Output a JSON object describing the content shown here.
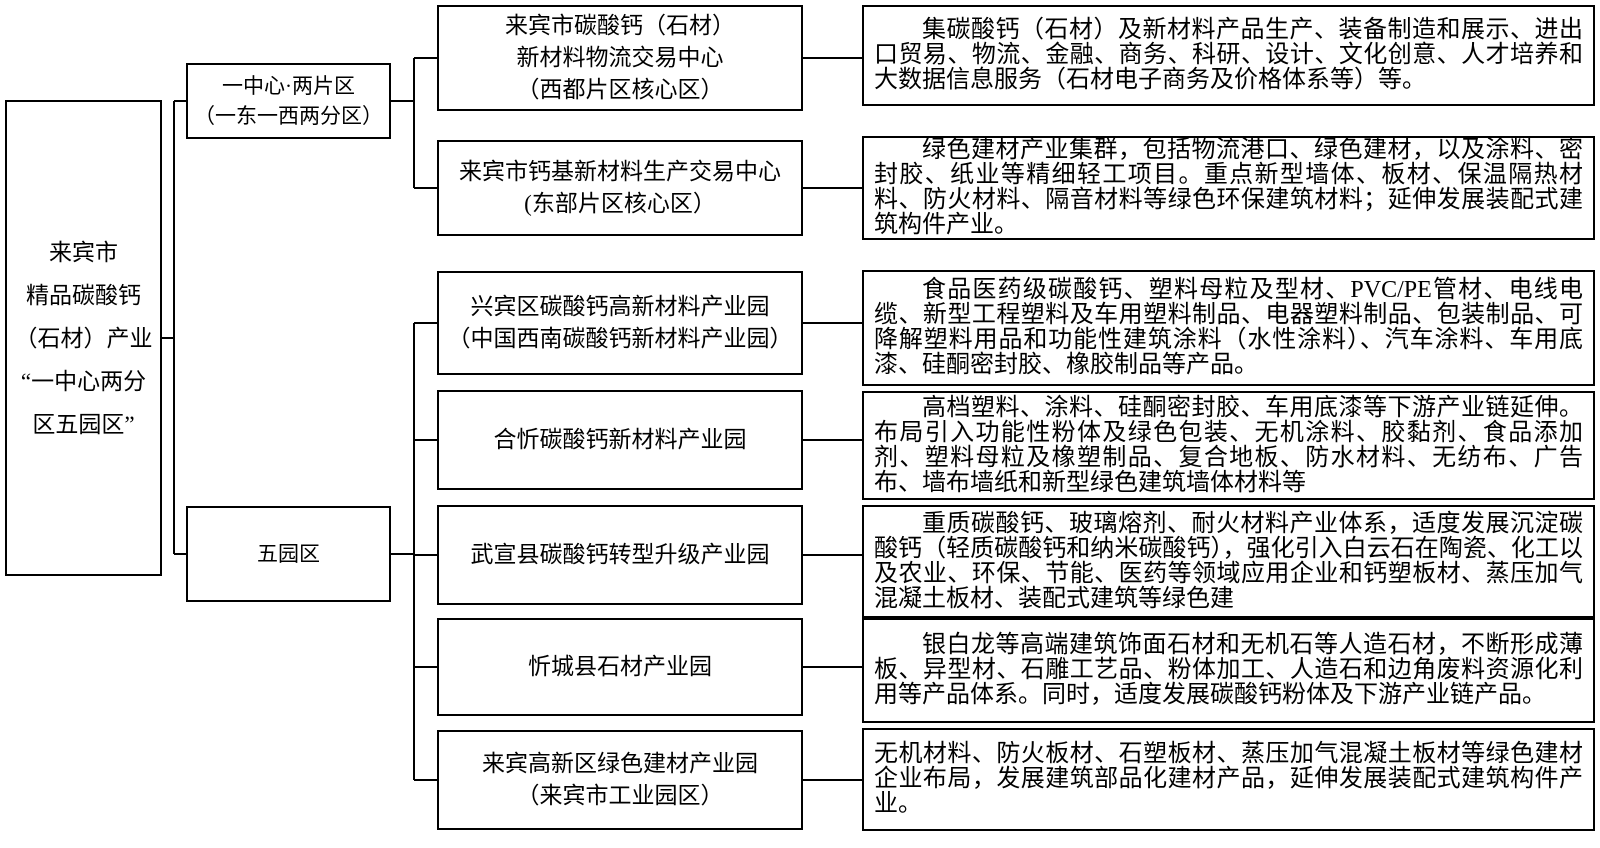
{
  "colors": {
    "line": "#000000",
    "box_border": "#000000",
    "background": "#ffffff"
  },
  "diagram": {
    "root": {
      "text": "来宾市\n精品碳酸钙\n（石材）产业\n“一中心两分\n区五园区”"
    },
    "branches": {
      "center": {
        "text": "一中心·两片区\n（一东一西两分区）"
      },
      "parks": {
        "text": "五园区"
      }
    },
    "nodes": [
      {
        "title": "来宾市碳酸钙（石材）\n新材料物流交易中心\n（西都片区核心区）",
        "desc": "集碳酸钙（石材）及新材料产品生产、装备制造和展示、进出口贸易、物流、金融、商务、科研、设计、文化创意、人才培养和大数据信息服务（石材电子商务及价格体系等）等。"
      },
      {
        "title": "来宾市钙基新材料生产交易中心\n(东部片区核心区）",
        "desc": "绿色建材产业集群，包括物流港口、绿色建材，以及涂料、密封胶、纸业等精细轻工项目。重点新型墙体、板材、保温隔热材料、防火材料、隔音材料等绿色环保建筑材料；延伸发展装配式建筑构件产业。"
      },
      {
        "title": "兴宾区碳酸钙高新材料产业园\n（中国西南碳酸钙新材料产业园）",
        "desc": "食品医药级碳酸钙、塑料母粒及型材、PVC/PE管材、电线电缆、新型工程塑料及车用塑料制品、电器塑料制品、包装制品、可降解塑料用品和功能性建筑涂料（水性涂料）、汽车涂料、车用底漆、硅酮密封胶、橡胶制品等产品。"
      },
      {
        "title": "合忻碳酸钙新材料产业园",
        "desc": "高档塑料、涂料、硅酮密封胶、车用底漆等下游产业链延伸。布局引入功能性粉体及绿色包装、无机涂料、胶黏剂、食品添加剂、塑料母粒及橡塑制品、复合地板、防水材料、无纺布、广告布、墙布墙纸和新型绿色建筑墙体材料等"
      },
      {
        "title": "武宣县碳酸钙转型升级产业园",
        "desc": "重质碳酸钙、玻璃熔剂、耐火材料产业体系，适度发展沉淀碳酸钙（轻质碳酸钙和纳米碳酸钙），强化引入白云石在陶瓷、化工以及农业、环保、节能、医药等领域应用企业和钙塑板材、蒸压加气混凝土板材、装配式建筑等绿色建"
      },
      {
        "title": "忻城县石材产业园",
        "desc": "银白龙等高端建筑饰面石材和无机石等人造石材，不断形成薄板、异型材、石雕工艺品、粉体加工、人造石和边角废料资源化利用等产品体系。同时，适度发展碳酸钙粉体及下游产业链产品。"
      },
      {
        "title": "来宾高新区绿色建材产业园\n（来宾市工业园区）",
        "desc": "无机材料、防火板材、石塑板材、蒸压加气混凝土板材等绿色建材企业布局，发展建筑部品化建材产品，延伸发展装配式建筑构件产业。"
      }
    ]
  }
}
